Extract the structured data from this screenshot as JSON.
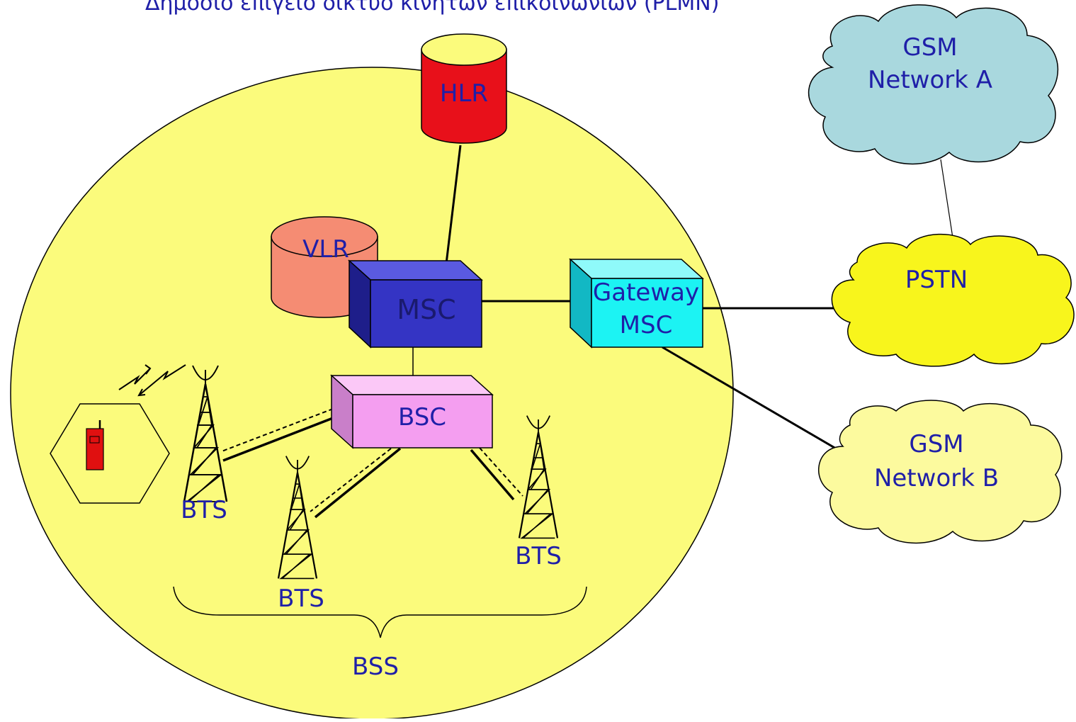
{
  "diagram": {
    "title": "Δημόσιο επίγειο δίκτυο κινητών επικοινωνιών  (PLMN)",
    "nodes": {
      "hlr": "HLR",
      "vlr": "VLR",
      "msc": "MSC",
      "gateway_line1": "Gateway",
      "gateway_line2": "MSC",
      "bsc": "BSC",
      "bts_left": "BTS",
      "bts_middle": "BTS",
      "bts_right": "BTS",
      "bss": "BSS"
    },
    "clouds": {
      "network_a_line1": "GSM",
      "network_a_line2": "Network A",
      "pstn": "PSTN",
      "network_b_line1": "GSM",
      "network_b_line2": "Network B"
    },
    "colors": {
      "text": "#1f1fa8",
      "plmn_area": "#fbfb7c",
      "hlr": "#e8101a",
      "vlr": "#f58c73",
      "msc": "#3434c4",
      "gateway": "#1cf3f3",
      "bsc": "#f49ef0",
      "cloud_a": "#a9d8de",
      "cloud_pstn": "#f8f51c",
      "cloud_b": "#fcfa9e",
      "phone": "#e01010"
    },
    "icons": {
      "mobile": "mobile-phone-icon",
      "radio": "radio-link-icon",
      "tower": "antenna-tower-icon"
    }
  }
}
